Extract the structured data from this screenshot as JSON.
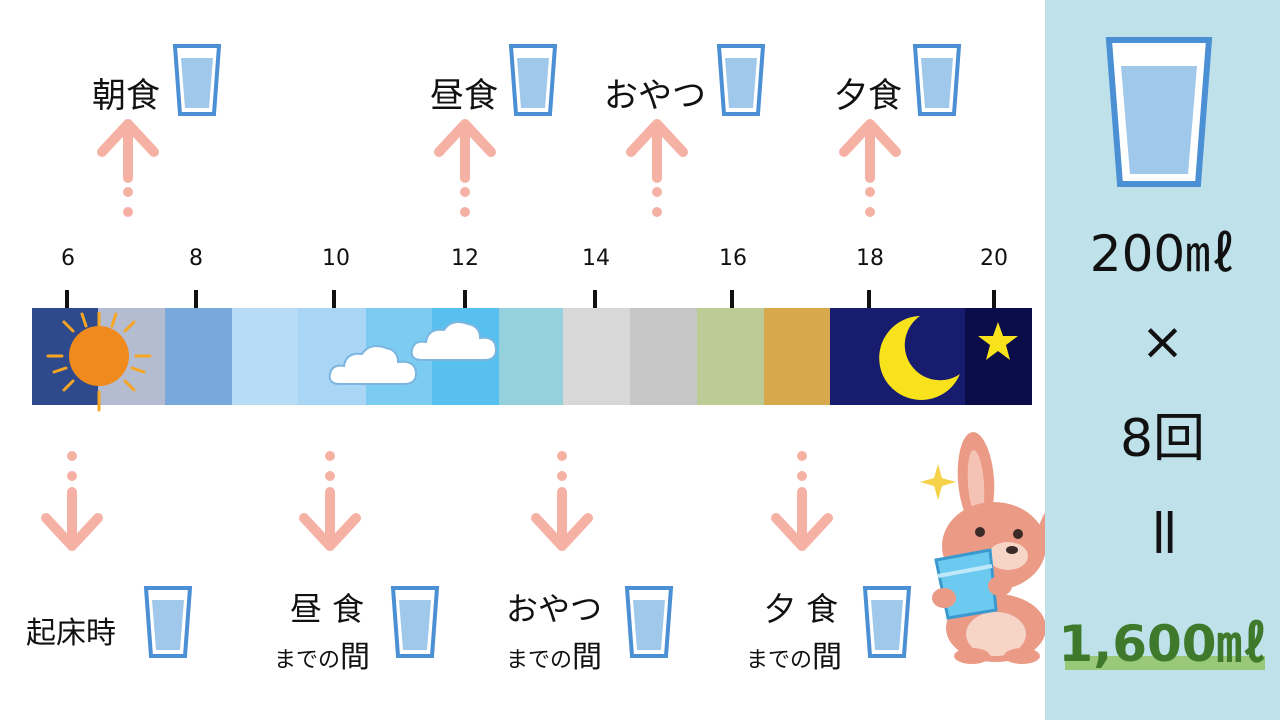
{
  "top_meals": [
    "朝食",
    "昼食",
    "おやつ",
    "夕食"
  ],
  "hours": [
    "6",
    "8",
    "10",
    "12",
    "14",
    "16",
    "18",
    "20"
  ],
  "timeline_colors": [
    "#2f4a8c",
    "#b4bcd1",
    "#79a9dc",
    "#b6dcf6",
    "#a8d6f4",
    "#7ccbf1",
    "#58c0ee",
    "#95d1dd",
    "#d8d8d8",
    "#c6c6c6",
    "#bdcc95",
    "#d8a94c",
    "#181c6e",
    "#0b0c4a"
  ],
  "bottom": {
    "wakeup": "起床時",
    "lunch_big": "昼 食",
    "snack_big": "おやつ",
    "dinner_big": "夕 食",
    "until_prefix": "までの",
    "until_kanji": "間"
  },
  "sidebar": {
    "amount": "200㎖",
    "times": "×",
    "count": "8回",
    "equals": "||",
    "total": "1,600㎖"
  }
}
